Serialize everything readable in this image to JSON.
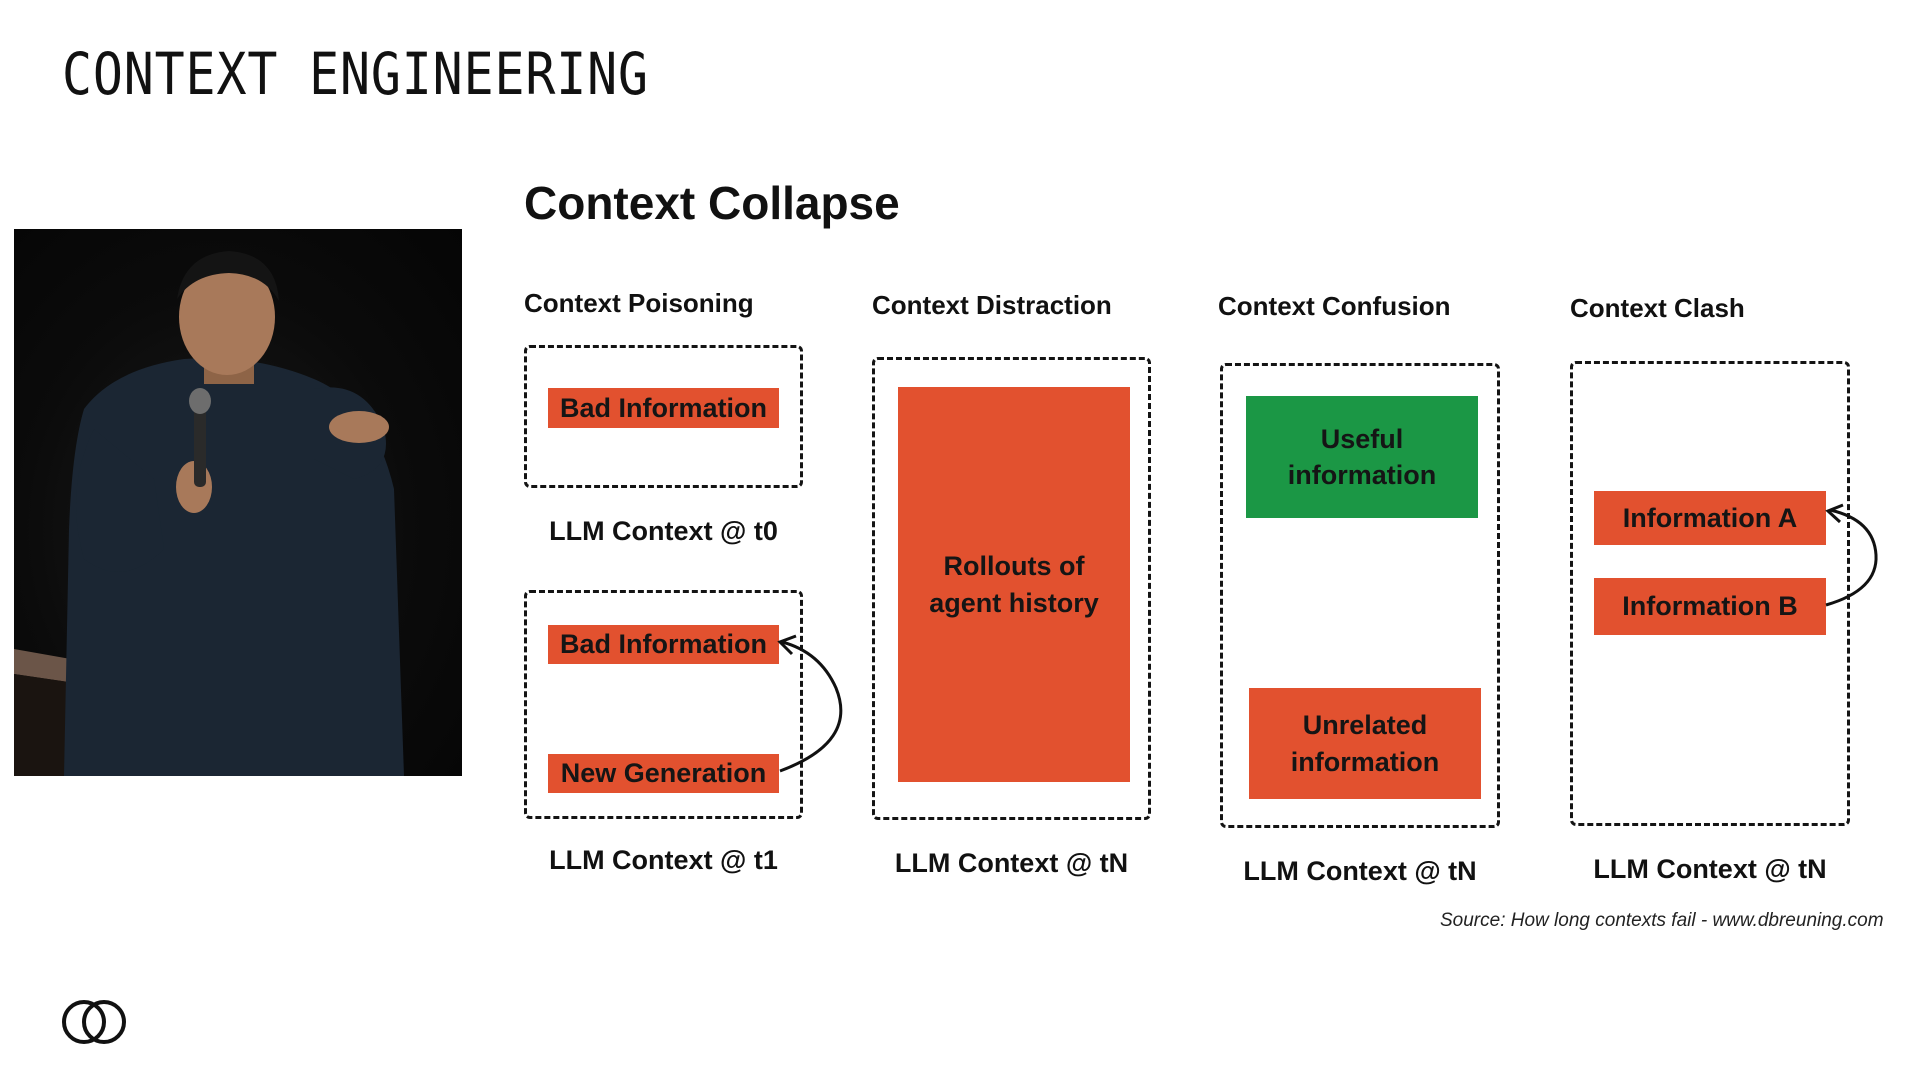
{
  "header": {
    "title": "CONTEXT ENGINEERING"
  },
  "slide": {
    "title": "Context Collapse",
    "source": "Source: How long contexts fail - www.dbreuning.com"
  },
  "columns": {
    "poisoning": {
      "title": "Context Poisoning",
      "box1": {
        "item": "Bad Information",
        "label": "LLM Context @ t0"
      },
      "box2": {
        "item_top": "Bad Information",
        "item_bottom": "New Generation",
        "label": "LLM Context @ t1"
      }
    },
    "distraction": {
      "title": "Context Distraction",
      "item": "Rollouts of agent history",
      "label": "LLM Context @ tN"
    },
    "confusion": {
      "title": "Context Confusion",
      "item_useful": "Useful information",
      "item_unrelated": "Unrelated information",
      "label": "LLM Context @ tN"
    },
    "clash": {
      "title": "Context Clash",
      "item_a": "Information A",
      "item_b": "Information B",
      "label": "LLM Context @ tN"
    }
  },
  "colors": {
    "accent_orange": "#e2512f",
    "accent_green": "#1b9745",
    "dashed_border": "#141414"
  },
  "icons": {
    "logo": "two-overlapping-circles-logo"
  }
}
